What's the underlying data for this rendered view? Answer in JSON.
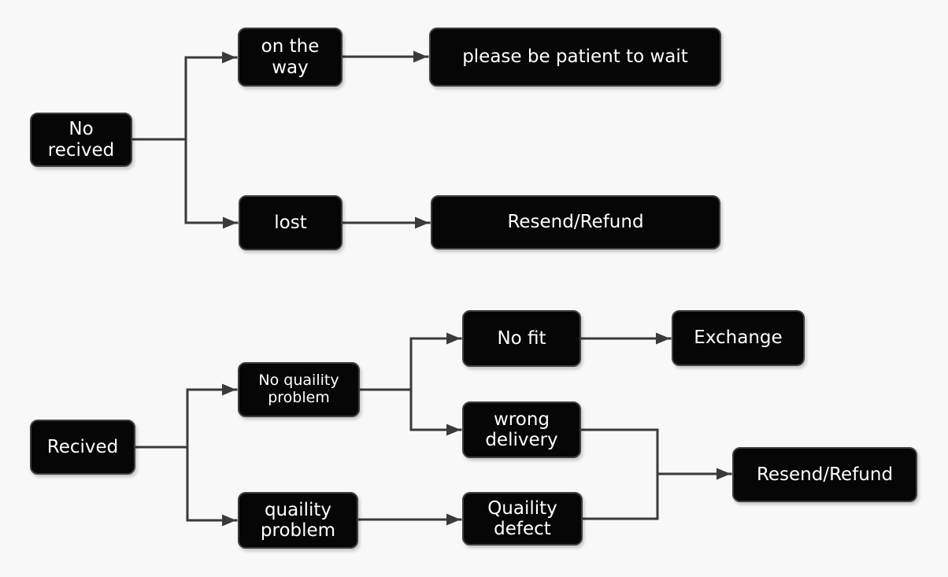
{
  "page": {
    "background_color": "#f8f8f8"
  },
  "style": {
    "node_fill": "#060606",
    "node_border": "#3f3f3f",
    "node_text_color": "#ffffff",
    "edge_color": "#3a3a3a"
  },
  "diagram": {
    "type": "flowchart",
    "direction": "left-to-right",
    "nodes": [
      {
        "id": "no-recived",
        "label": "No\nrecived"
      },
      {
        "id": "on-the-way",
        "label": "on the\nway"
      },
      {
        "id": "please-be-patient",
        "label": "please be patient to wait"
      },
      {
        "id": "lost",
        "label": "lost"
      },
      {
        "id": "resend-refund-top",
        "label": "Resend/Refund"
      },
      {
        "id": "recived",
        "label": "Recived"
      },
      {
        "id": "no-quaility-problem",
        "label": "No quaility\nproblem"
      },
      {
        "id": "quaility-problem",
        "label": "quaility\nproblem"
      },
      {
        "id": "no-fit",
        "label": "No fit"
      },
      {
        "id": "wrong-delivery",
        "label": "wrong\ndelivery"
      },
      {
        "id": "quaility-defect",
        "label": "Quaility\ndefect"
      },
      {
        "id": "exchange",
        "label": "Exchange"
      },
      {
        "id": "resend-refund-bottom",
        "label": "Resend/Refund"
      }
    ],
    "edges": [
      {
        "from": "no-recived",
        "to": "on-the-way"
      },
      {
        "from": "no-recived",
        "to": "lost"
      },
      {
        "from": "on-the-way",
        "to": "please-be-patient"
      },
      {
        "from": "lost",
        "to": "resend-refund-top"
      },
      {
        "from": "recived",
        "to": "no-quaility-problem"
      },
      {
        "from": "recived",
        "to": "quaility-problem"
      },
      {
        "from": "no-quaility-problem",
        "to": "no-fit"
      },
      {
        "from": "no-quaility-problem",
        "to": "wrong-delivery"
      },
      {
        "from": "no-fit",
        "to": "exchange"
      },
      {
        "from": "quaility-problem",
        "to": "quaility-defect"
      },
      {
        "from": "wrong-delivery",
        "to": "resend-refund-bottom"
      },
      {
        "from": "quaility-defect",
        "to": "resend-refund-bottom"
      }
    ]
  }
}
